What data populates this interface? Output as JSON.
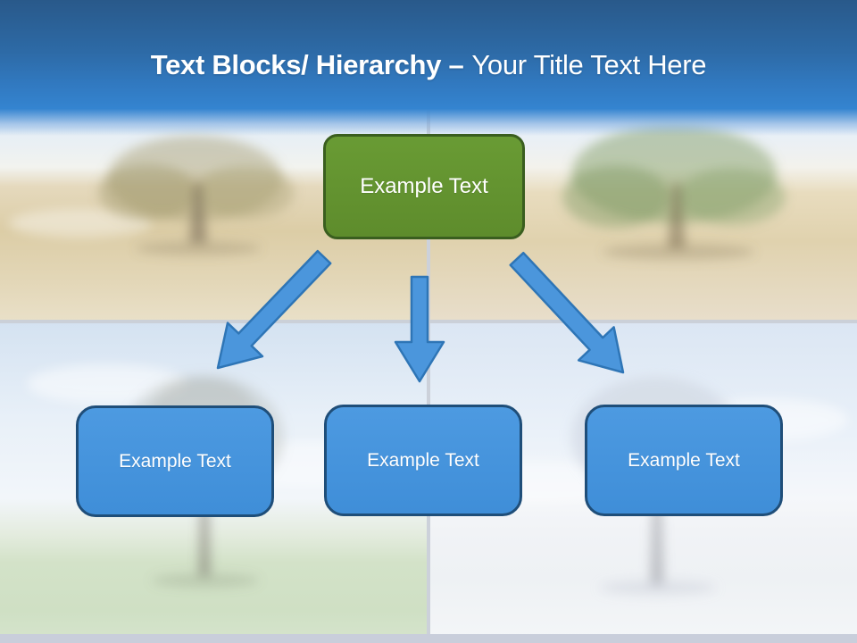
{
  "slide": {
    "header": {
      "title_bold": "Text Blocks/ Hierarchy –",
      "title_regular": "Your Title Text Here"
    },
    "diagram": {
      "root": {
        "label": "Example Text"
      },
      "children": [
        {
          "label": "Example Text"
        },
        {
          "label": "Example Text"
        },
        {
          "label": "Example Text"
        }
      ],
      "connectors": [
        "arrow-down-left",
        "arrow-down",
        "arrow-down-right"
      ]
    },
    "background": {
      "type": "four-seasons-tree-photo-collage",
      "quadrants": [
        "autumn",
        "summer",
        "spring",
        "winter"
      ]
    },
    "colors": {
      "header_top": "#29598a",
      "header_bottom": "#3484d0",
      "root_fill": "#619030",
      "root_border": "#3a5e1f",
      "child_fill": "#4493dc",
      "child_border": "#1f4e79",
      "arrow_fill": "#4b96dc",
      "arrow_border": "#2e75b6",
      "footer_strip": "#c9cedb"
    }
  }
}
